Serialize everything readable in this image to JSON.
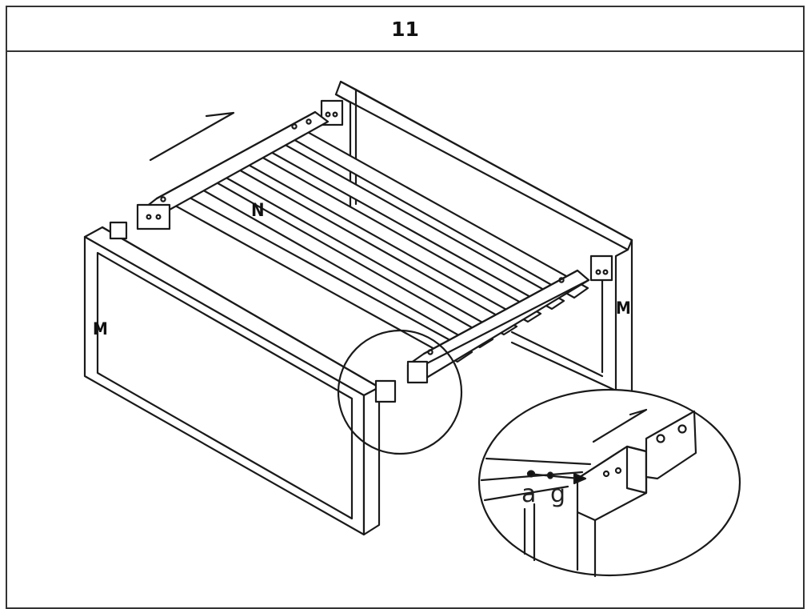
{
  "step": {
    "number": "11"
  },
  "labels": {
    "crossbar": "N",
    "left_frame": "M",
    "right_frame": "M",
    "detail_screw": "a",
    "detail_washer": "g"
  }
}
